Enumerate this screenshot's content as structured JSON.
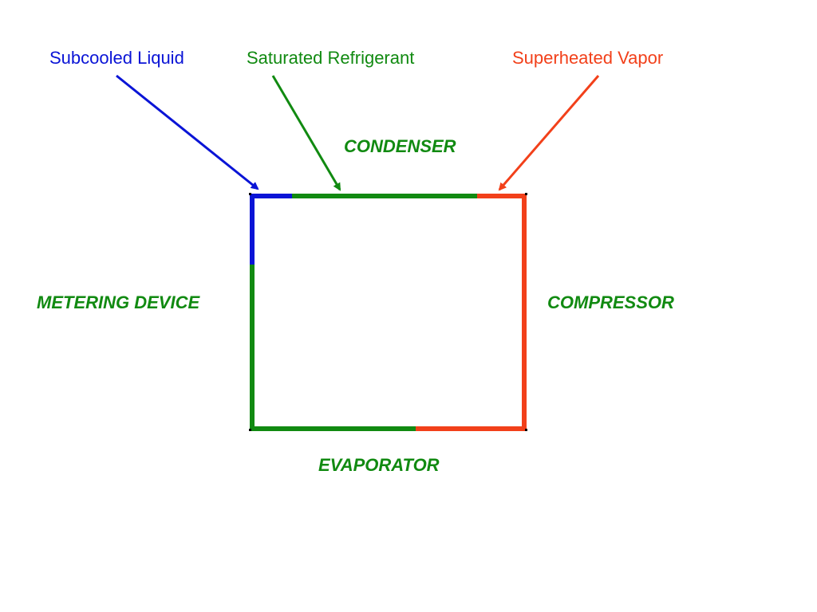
{
  "states": {
    "subcooled": "Subcooled Liquid",
    "saturated": "Saturated Refrigerant",
    "superheated": "Superheated Vapor"
  },
  "components": {
    "condenser": "CONDENSER",
    "metering_device": "METERING DEVICE",
    "compressor": "COMPRESSOR",
    "evaporator": "EVAPORATOR"
  },
  "colors": {
    "subcooled": "#0a14d6",
    "saturated": "#118a11",
    "superheated": "#f2401a",
    "component_text": "#118a11"
  }
}
